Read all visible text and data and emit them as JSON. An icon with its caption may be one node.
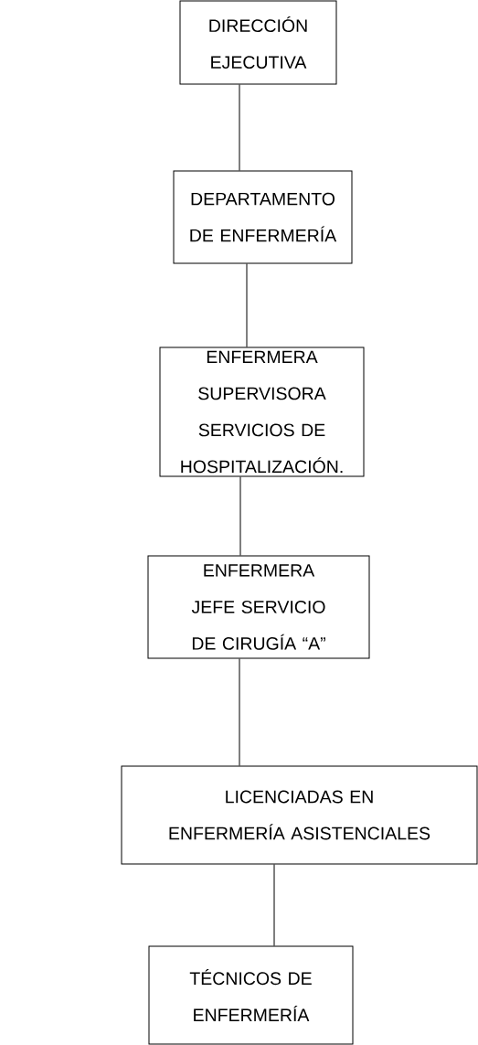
{
  "diagram": {
    "nodes": [
      {
        "text": [
          "DIRECCIÓN EJECUTIVA"
        ]
      },
      {
        "text": [
          "DEPARTAMENTO DE ENFERMERÍA"
        ]
      },
      {
        "text": [
          "ENFERMERA SUPERVISORA SERVICIOS DE HOSPITALIZACIÓN."
        ]
      },
      {
        "text": [
          "ENFERMERA JEFE SERVICIO DE CIRUGÍA  “A”"
        ]
      },
      {
        "text": [
          "LICENCIADAS EN ENFERMERÍA ASISTENCIALES"
        ]
      },
      {
        "text": [
          "TÉCNICOS DE ENFERMERÍA"
        ]
      }
    ],
    "edges": [
      {
        "from": 0,
        "to": 1,
        "arrow": "none"
      },
      {
        "from": 1,
        "to": 2,
        "arrow": "none"
      },
      {
        "from": 2,
        "to": 3,
        "arrow": "none"
      },
      {
        "from": 3,
        "to": 4,
        "arrow": "none"
      },
      {
        "from": 4,
        "to": 5,
        "arrow": "none"
      }
    ]
  }
}
